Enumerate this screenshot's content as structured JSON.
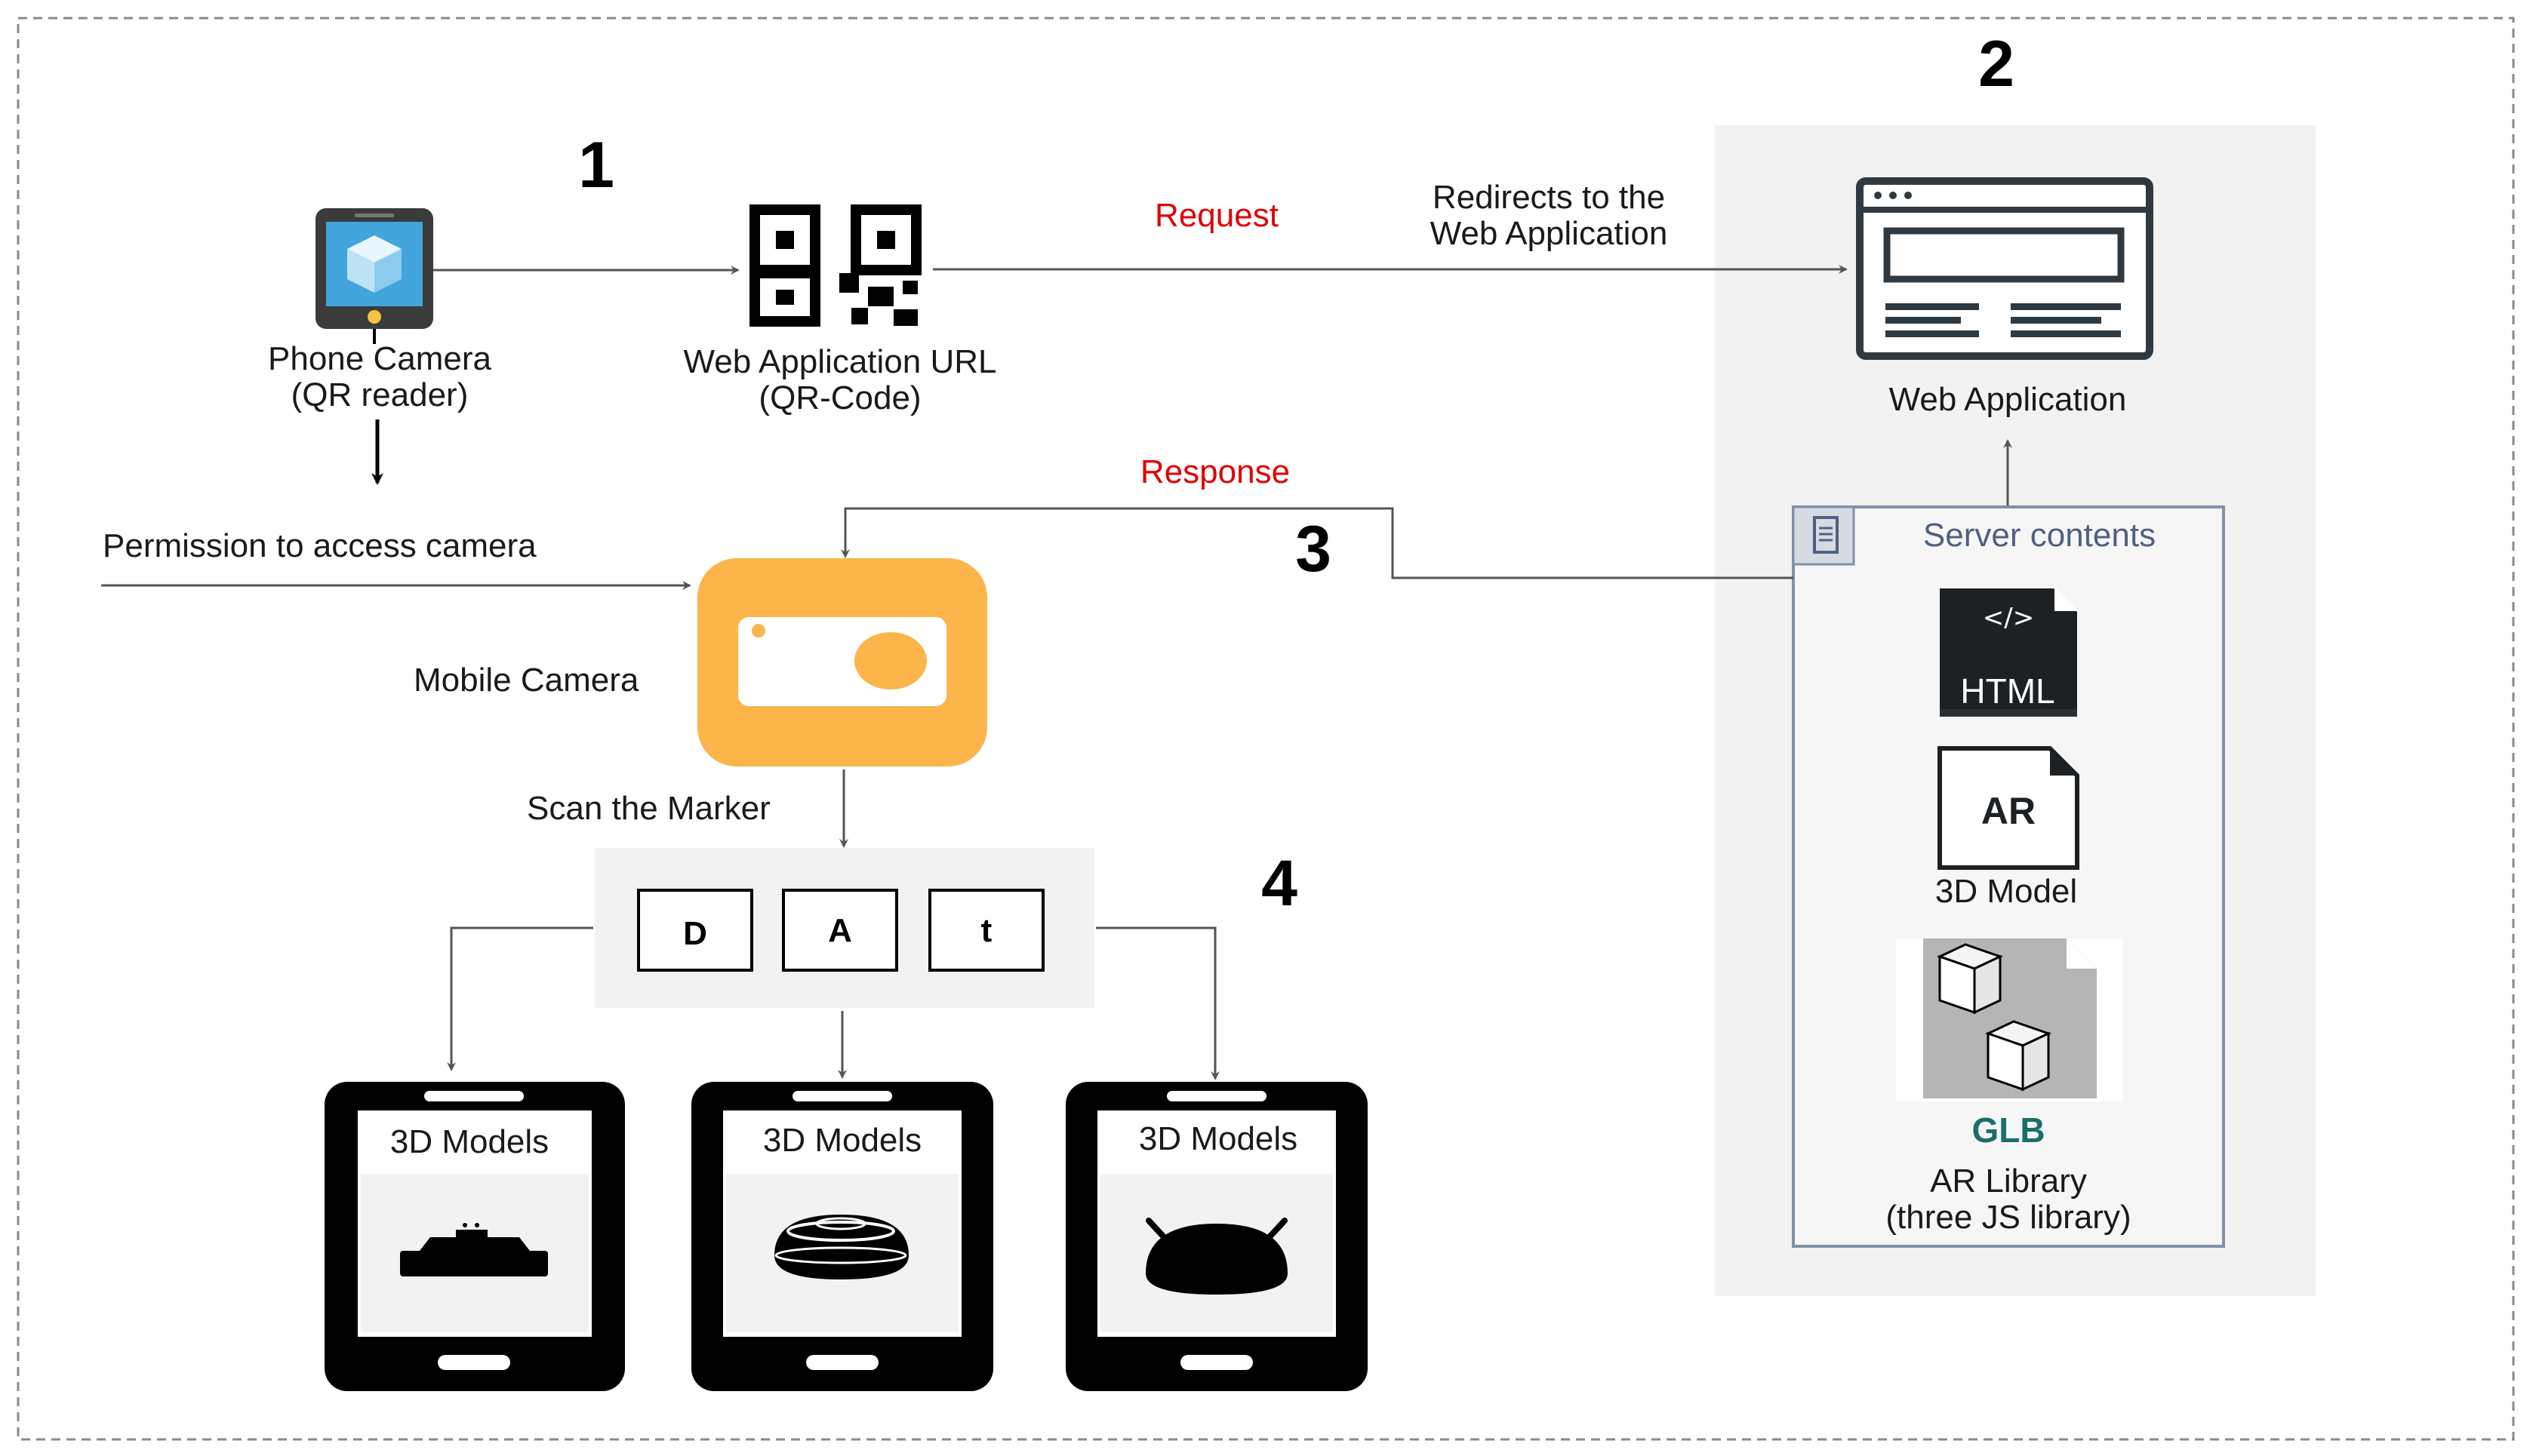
{
  "steps": {
    "s1": "1",
    "s2": "2",
    "s3": "3",
    "s4": "4"
  },
  "labels": {
    "phone_camera_line1": "Phone Camera",
    "phone_camera_line2": "(QR reader)",
    "web_url_line1": "Web Application URL",
    "web_url_line2": "(QR-Code)",
    "request": "Request",
    "redirects_line1": "Redirects to the",
    "redirects_line2": "Web Application",
    "web_application": "Web Application",
    "response": "Response",
    "permission": "Permission to access camera",
    "mobile_camera": "Mobile Camera",
    "scan_marker": "Scan the Marker",
    "server_contents": "Server contents",
    "html_icon_tag": "</>",
    "html_icon_text": "HTML",
    "ar_icon_text": "AR",
    "model_3d": "3D Model",
    "glb": "GLB",
    "ar_library_line1": "AR Library",
    "ar_library_line2": "(three JS library)"
  },
  "markers": [
    "D",
    "A",
    "t"
  ],
  "phones": [
    {
      "title": "3D Models"
    },
    {
      "title": "3D Models"
    },
    {
      "title": "3D Models"
    }
  ],
  "colors": {
    "camera_orange": "#fbb54a",
    "server_panel": "#f2f2f2",
    "server_border": "#8090a8",
    "server_title": "#4f6180",
    "glb_teal": "#1a6e6e",
    "request_red": "#e00000",
    "phone_screen_blue": "#42a5dc"
  }
}
